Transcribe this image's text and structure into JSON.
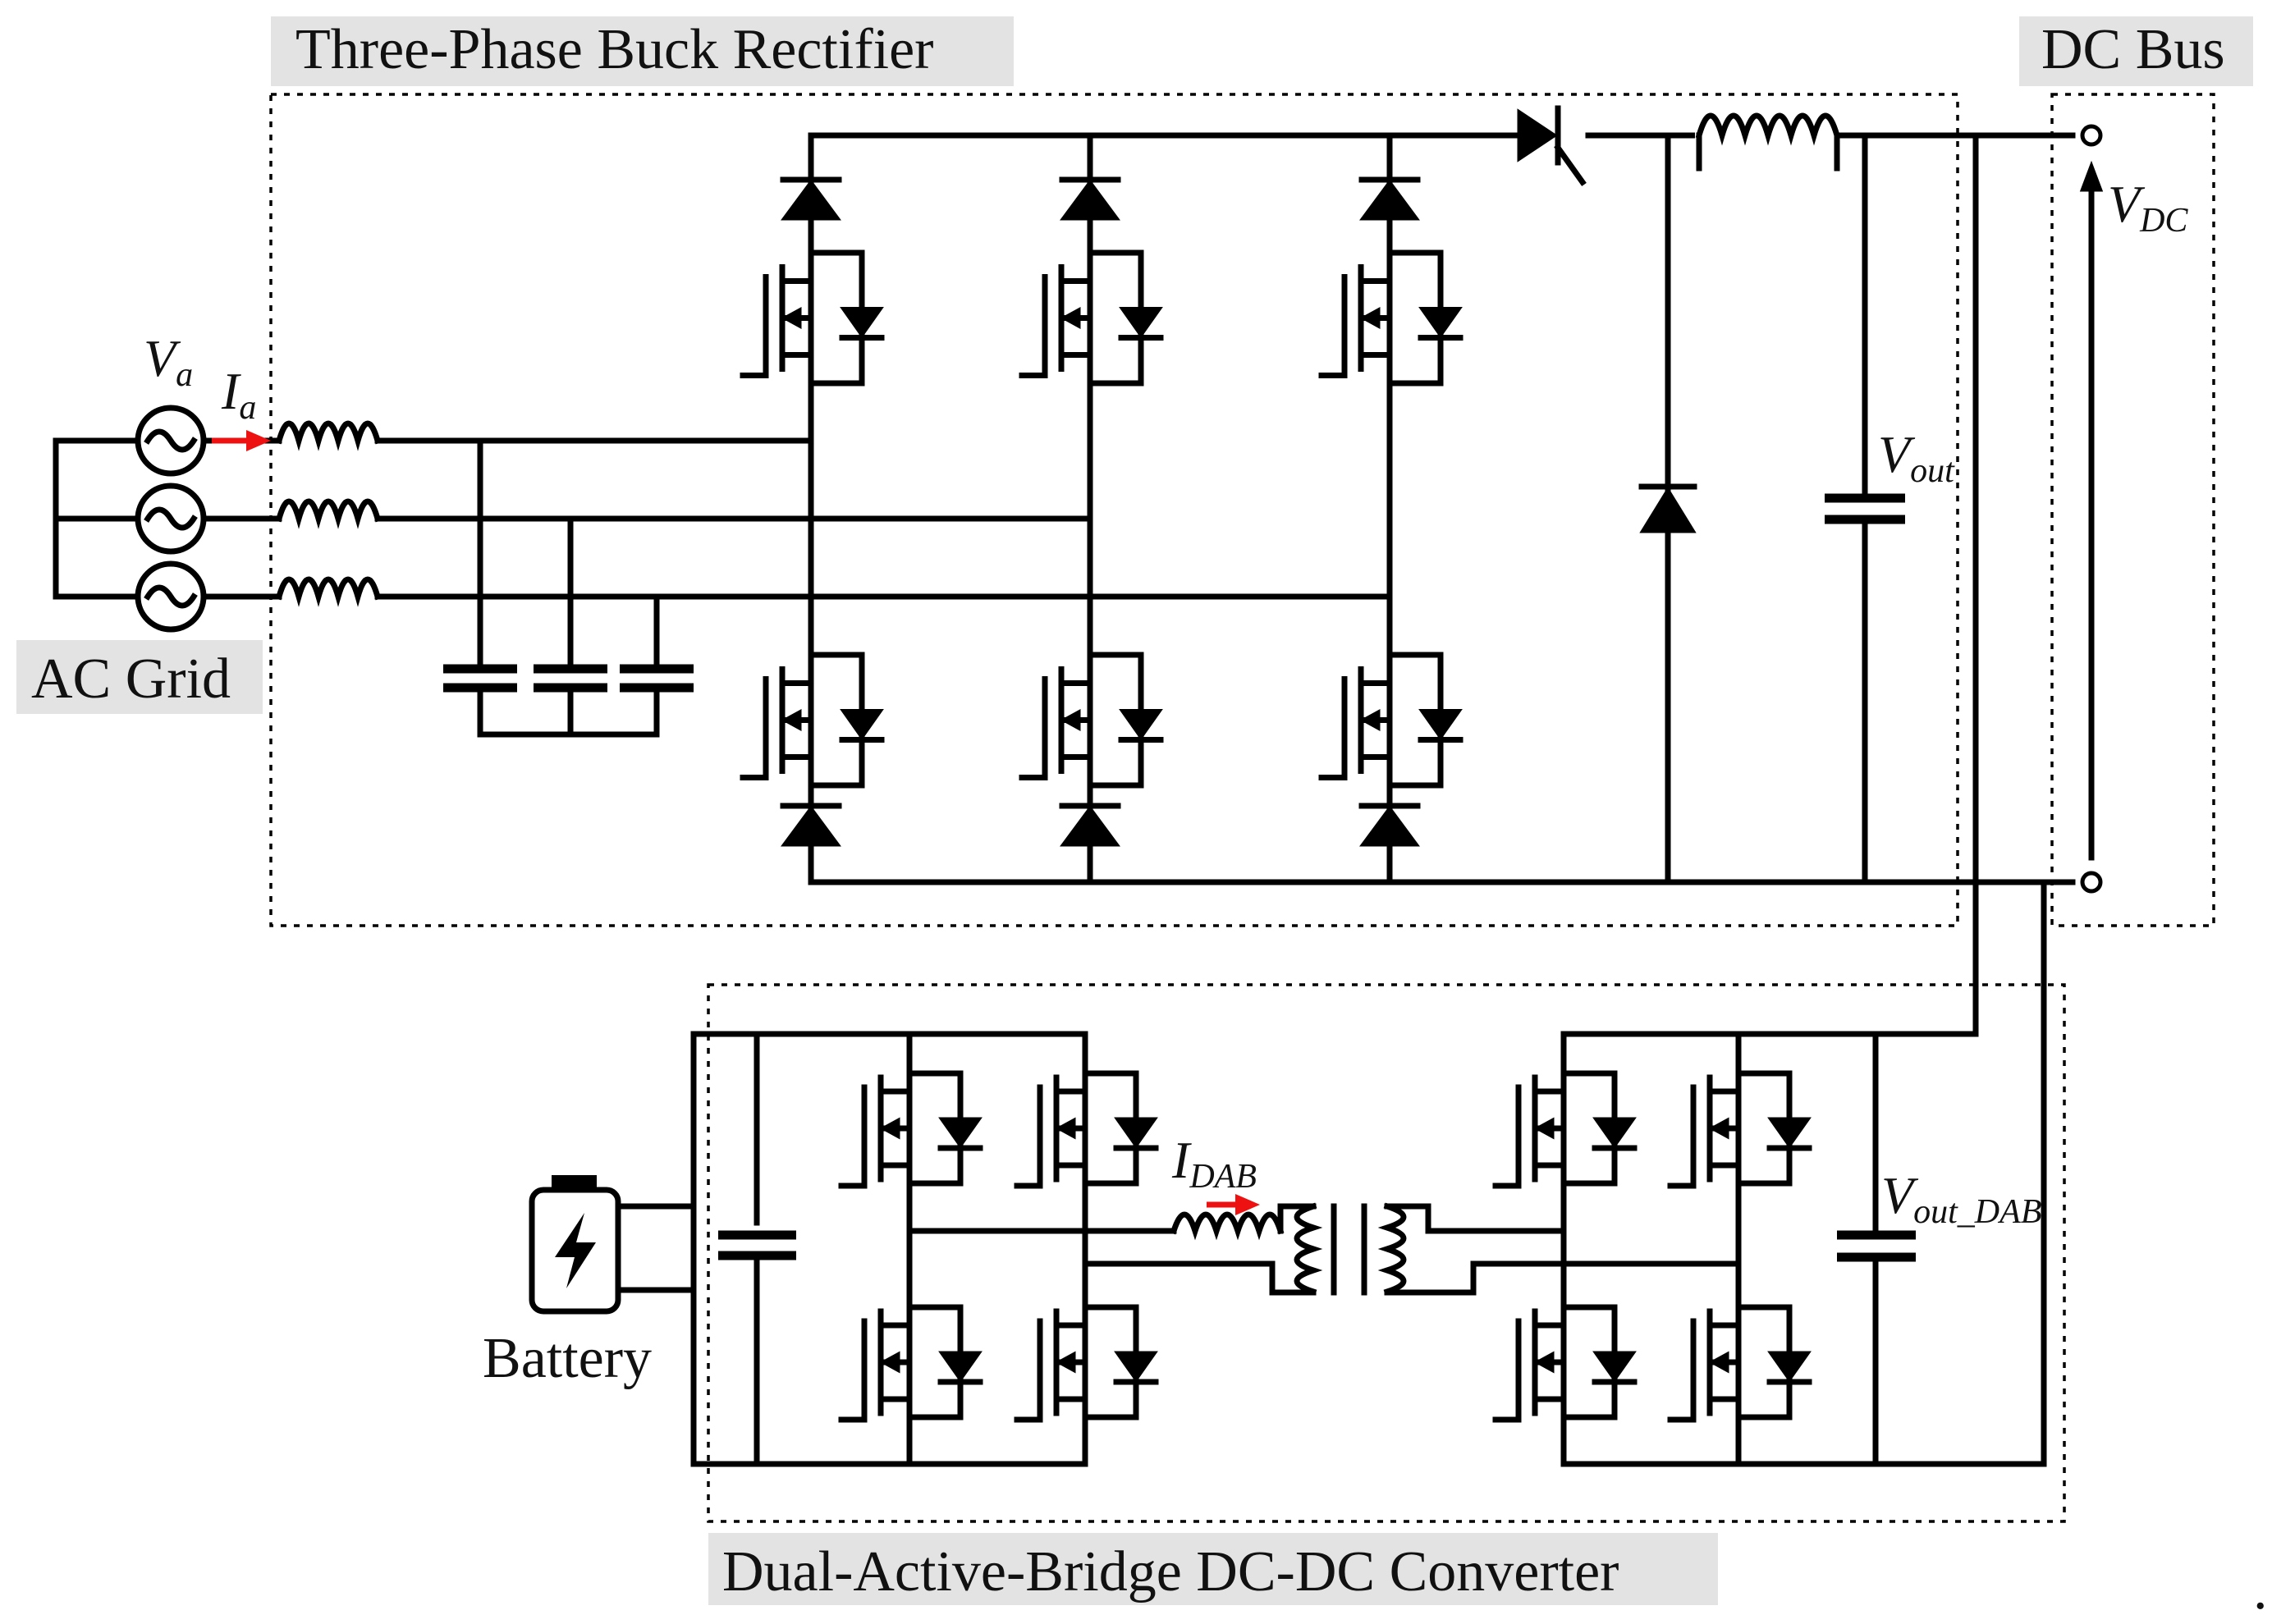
{
  "diagram": {
    "labels": {
      "rectifier": "Three-Phase Buck Rectifier",
      "dc_bus": "DC Bus",
      "ac_grid": "AC Grid",
      "battery": "Battery",
      "dab": "Dual-Active-Bridge DC-DC Converter",
      "trailing_mark": "."
    },
    "symbols": {
      "va": {
        "main": "V",
        "sub": "a"
      },
      "ia": {
        "main": "I",
        "sub": "a"
      },
      "vdc": {
        "main": "V",
        "sub": "DC"
      },
      "vout": {
        "main": "V",
        "sub": "out"
      },
      "idab": {
        "main": "I",
        "sub": "DAB"
      },
      "vout_dab": {
        "main": "V",
        "sub": "out_DAB"
      }
    },
    "colors": {
      "wire": "#000000",
      "label_background": "#e3e3e3",
      "current_arrow": "#ee1111"
    }
  }
}
